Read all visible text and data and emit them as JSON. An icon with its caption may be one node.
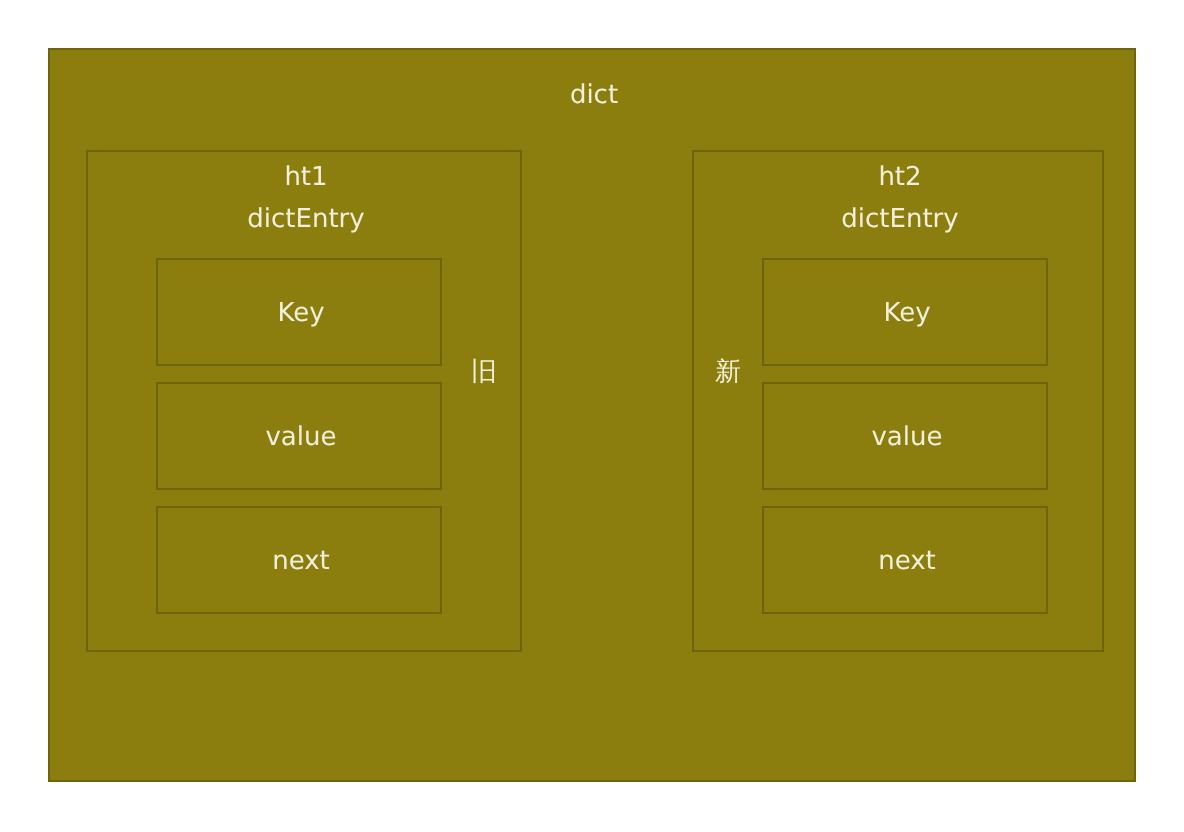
{
  "diagram": {
    "nodes": [
      {
        "text": [
          "dict"
        ]
      },
      {
        "text": [
          "ht1",
          "dictEntry",
          "旧"
        ],
        "in": 0
      },
      {
        "text": [
          "Key"
        ],
        "in": 1
      },
      {
        "text": [
          "value"
        ],
        "in": 1
      },
      {
        "text": [
          "next"
        ],
        "in": 1
      },
      {
        "text": [
          "ht2",
          "dictEntry",
          "新"
        ],
        "in": 0
      },
      {
        "text": [
          "Key"
        ],
        "in": 5
      },
      {
        "text": [
          "value"
        ],
        "in": 5
      },
      {
        "text": [
          "next"
        ],
        "in": 5
      }
    ]
  }
}
